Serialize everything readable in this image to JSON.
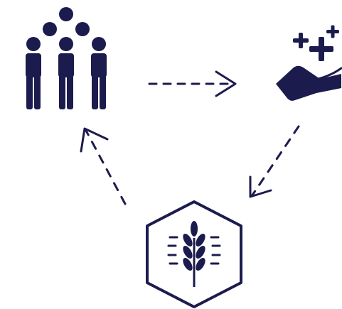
{
  "colors": {
    "primary": "#1c1b4d",
    "background": "#ffffff"
  },
  "nodes": [
    {
      "id": "community",
      "icon": "people-group-icon",
      "label": ""
    },
    {
      "id": "care",
      "icon": "hand-with-plus-signs-icon",
      "label": ""
    },
    {
      "id": "agriculture",
      "icon": "wheat-hexagon-icon",
      "label": ""
    }
  ],
  "edges": [
    {
      "from": "community",
      "to": "care",
      "style": "dashed"
    },
    {
      "from": "care",
      "to": "agriculture",
      "style": "dashed"
    },
    {
      "from": "agriculture",
      "to": "community",
      "style": "dashed"
    }
  ]
}
